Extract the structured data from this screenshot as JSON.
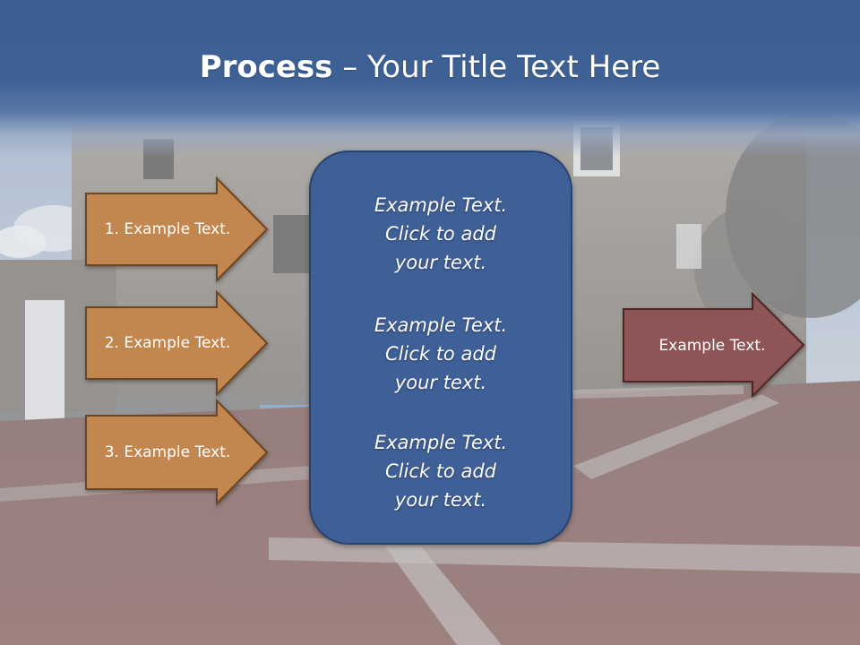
{
  "title": {
    "bold": "Process",
    "rest": " – Your Title Text Here"
  },
  "left_steps": [
    {
      "label": "1. Example Text."
    },
    {
      "label": "2. Example Text."
    },
    {
      "label": "3. Example Text."
    }
  ],
  "center_blocks": [
    {
      "line1": "Example Text.",
      "line2": "Click  to add",
      "line3": "your text."
    },
    {
      "line1": "Example Text.",
      "line2": "Click  to add",
      "line3": "your text."
    },
    {
      "line1": "Example Text.",
      "line2": "Click  to add",
      "line3": "your text."
    }
  ],
  "output": {
    "label": "Example Text."
  },
  "colors": {
    "title_band": "#3f6296",
    "step_fill": "#c2864f",
    "step_border": "#6e4520",
    "center_fill": "#3f5f97",
    "output_fill": "#8e5556",
    "output_border": "#4f2627"
  }
}
